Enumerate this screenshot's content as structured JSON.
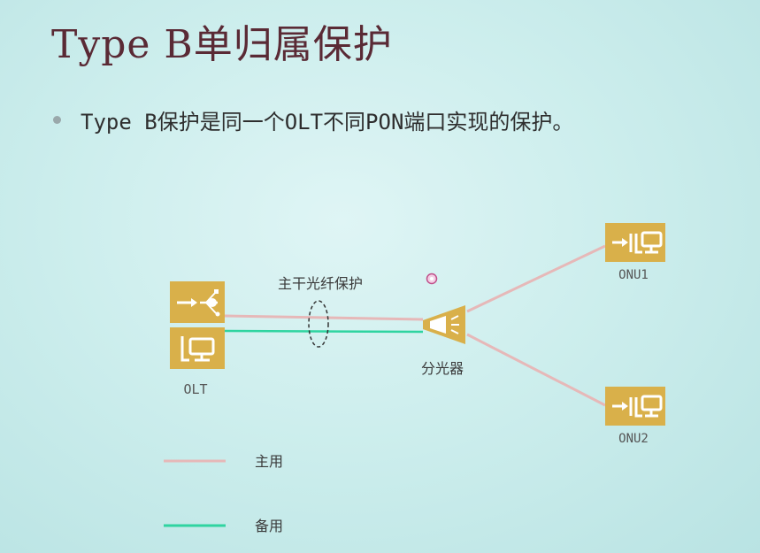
{
  "slide": {
    "title": "Type  B单归属保护",
    "bullet": "Type  B保护是同一个OLT不同PON端口实现的保护。"
  },
  "diagram": {
    "olt_label": "OLT",
    "trunk_label": "主干光纤保护",
    "splitter_label": "分光器",
    "onu1_label": "ONU1",
    "onu2_label": "ONU2"
  },
  "legend": {
    "primary_label": "主用",
    "backup_label": "备用"
  },
  "colors": {
    "primary_line": "#e6b8b8",
    "backup_line": "#2fd4a0",
    "device": "#d9b04a",
    "title": "#5a2a35"
  }
}
